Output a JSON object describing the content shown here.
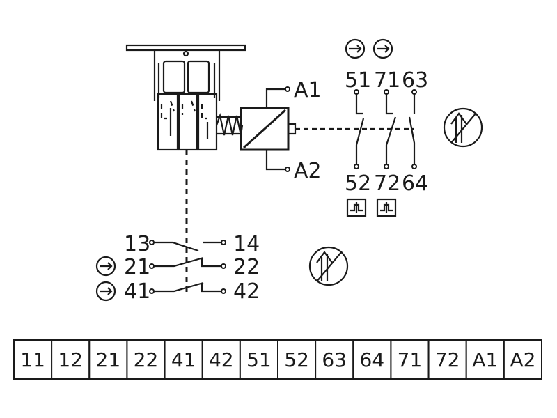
{
  "coil": {
    "top": "A1",
    "bottom": "A2"
  },
  "aux_contacts": {
    "top_labels": [
      "51",
      "71",
      "63"
    ],
    "bottom_labels": [
      "52",
      "72",
      "64"
    ]
  },
  "main_contacts": {
    "left_labels": [
      "13",
      "21",
      "41"
    ],
    "right_labels": [
      "14",
      "22",
      "42"
    ]
  },
  "icons": [
    "arrow-circle-icon",
    "no-climbing-symbol-icon",
    "delay-box-icon"
  ],
  "terminal_strip": [
    "11",
    "12",
    "21",
    "22",
    "41",
    "42",
    "51",
    "52",
    "63",
    "64",
    "71",
    "72",
    "A1",
    "A2"
  ]
}
